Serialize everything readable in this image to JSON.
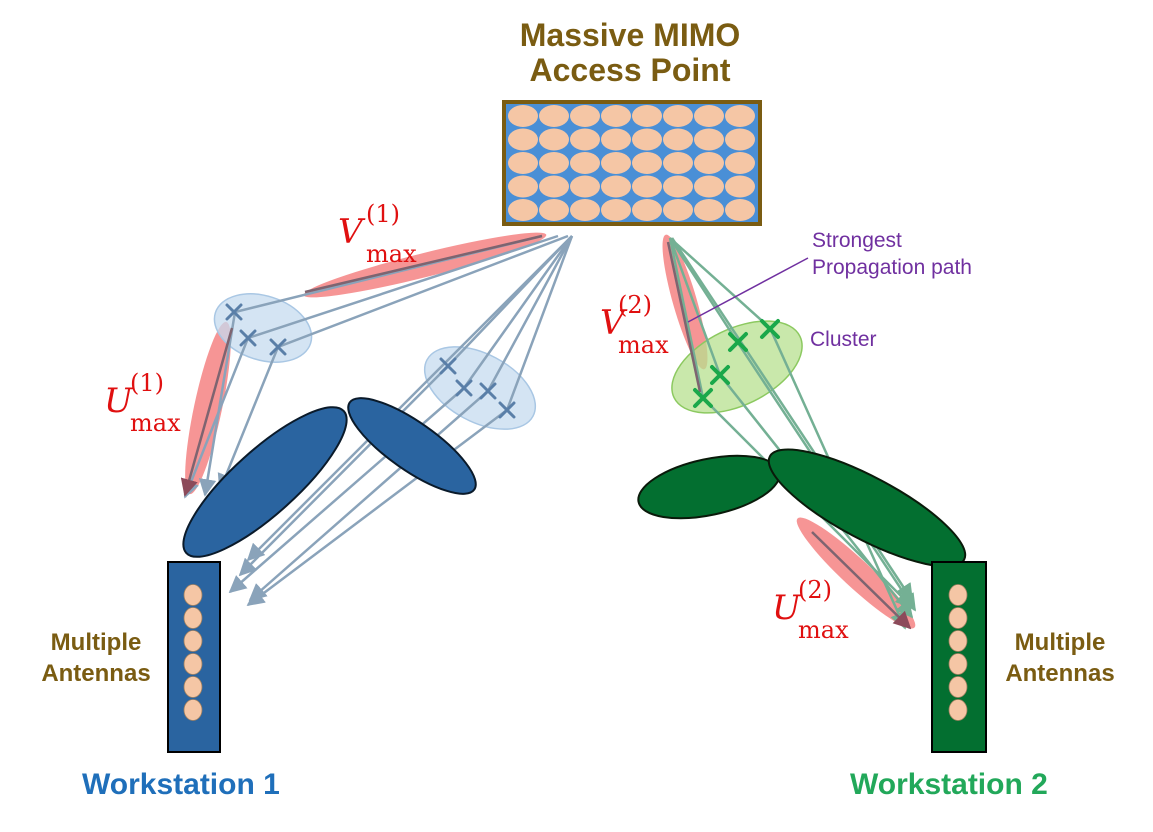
{
  "access_point": {
    "title_line1": "Massive MIMO",
    "title_line2": "Access Point"
  },
  "workstations": [
    {
      "name": "Workstation 1",
      "antenna_label_line1": "Multiple",
      "antenna_label_line2": "Antennas",
      "color": "#2a64a0"
    },
    {
      "name": "Workstation 2",
      "antenna_label_line1": "Multiple",
      "antenna_label_line2": "Antennas",
      "color": "#036f30"
    }
  ],
  "annotations": {
    "strongest_line1": "Strongest",
    "strongest_line2": "Propagation path",
    "cluster": "Cluster"
  },
  "math_labels": {
    "v1": {
      "symbol": "V",
      "sup": "(1)",
      "sub": "max"
    },
    "u1": {
      "symbol": "U",
      "sup": "(1)",
      "sub": "max"
    },
    "v2": {
      "symbol": "V",
      "sup": "(2)",
      "sub": "max"
    },
    "u2": {
      "symbol": "U",
      "sup": "(2)",
      "sub": "max"
    }
  },
  "colors": {
    "title_gold": "#7a5c12",
    "ws1_text": "#1f6fba",
    "ws2_text": "#22a85a",
    "annotation_purple": "#7030a0",
    "math_red": "#e01010",
    "antenna_element": "#f5c6a5",
    "array_grid": "#4a8fd6",
    "cluster_blue": "#c5dbef",
    "cluster_green": "#b7e08f",
    "beam_red": "#f47b7b",
    "path_ws1": "#8aa3ba",
    "path_ws2": "#74b094"
  }
}
